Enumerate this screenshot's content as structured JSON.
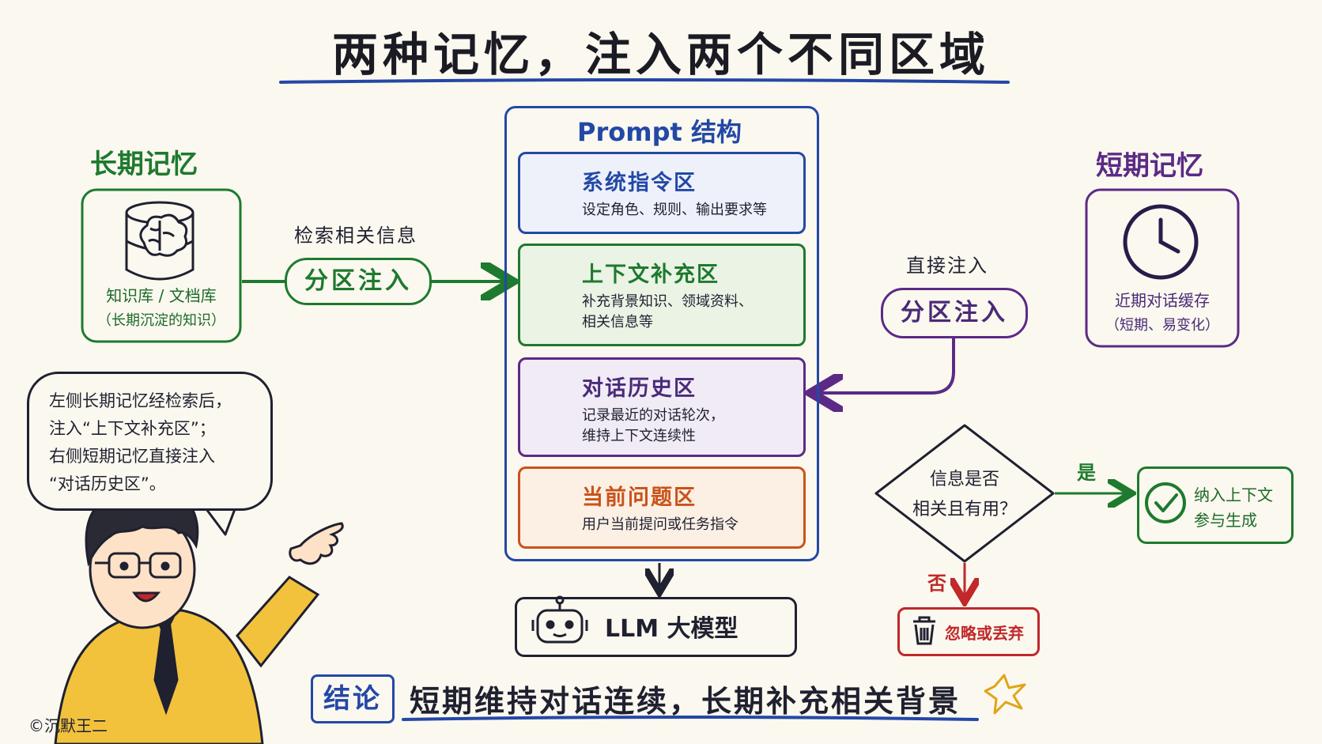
{
  "title": "两种记忆，注入两个不同区域",
  "long_term": {
    "heading": "长期记忆",
    "card_line1": "知识库 / 文档库",
    "card_line2": "（长期沉淀的知识）",
    "arrow_label": "检索相关信息",
    "pill": "分区注入",
    "icon": "brain-database-icon"
  },
  "short_term": {
    "heading": "短期记忆",
    "card_line1": "近期对话缓存",
    "card_line2": "（短期、易变化）",
    "arrow_label": "直接注入",
    "pill": "分区注入",
    "icon": "clock-icon"
  },
  "prompt": {
    "title": "Prompt 结构",
    "sections": [
      {
        "head": "系统指令区",
        "desc1": "设定角色、规则、输出要求等",
        "desc2": "",
        "icon": "gear-icon",
        "color": "#2348a6",
        "bg": "#eef1fa"
      },
      {
        "head": "上下文补充区",
        "desc1": "补充背景知识、领域资料、",
        "desc2": "相关信息等",
        "icon": "document-icon",
        "color": "#1d7a2e",
        "bg": "#eaf3e4"
      },
      {
        "head": "对话历史区",
        "desc1": "记录最近的对话轮次，",
        "desc2": "维持上下文连续性",
        "icon": "chat-icon",
        "color": "#5b2a86",
        "bg": "#f1ebf6"
      },
      {
        "head": "当前问题区",
        "desc1": "用户当前提问或任务指令",
        "desc2": "",
        "icon": "question-icon",
        "color": "#c8531a",
        "bg": "#fcefe4"
      }
    ]
  },
  "llm": {
    "label": "LLM 大模型",
    "icon": "robot-icon"
  },
  "bubble": {
    "lines": [
      "左侧长期记忆经检索后，",
      "注入“上下文补充区”；",
      "右侧短期记忆直接注入",
      "“对话历史区”。"
    ]
  },
  "decision": {
    "line1": "信息是否",
    "line2": "相关且有用？",
    "yes": "是",
    "no": "否",
    "accept_line1": "纳入上下文",
    "accept_line2": "参与生成",
    "discard": "忽略或丢弃",
    "accept_icon": "check-circle-icon",
    "discard_icon": "trash-icon"
  },
  "conclusion": {
    "badge": "结论",
    "text": "短期维持对话连续，长期补充相关背景"
  },
  "credit": "©沉默王二",
  "colors": {
    "green": "#1d7a2e",
    "purple": "#5b2a86",
    "blue": "#2348a6",
    "orange": "#c8531a",
    "red": "#c0282a"
  }
}
